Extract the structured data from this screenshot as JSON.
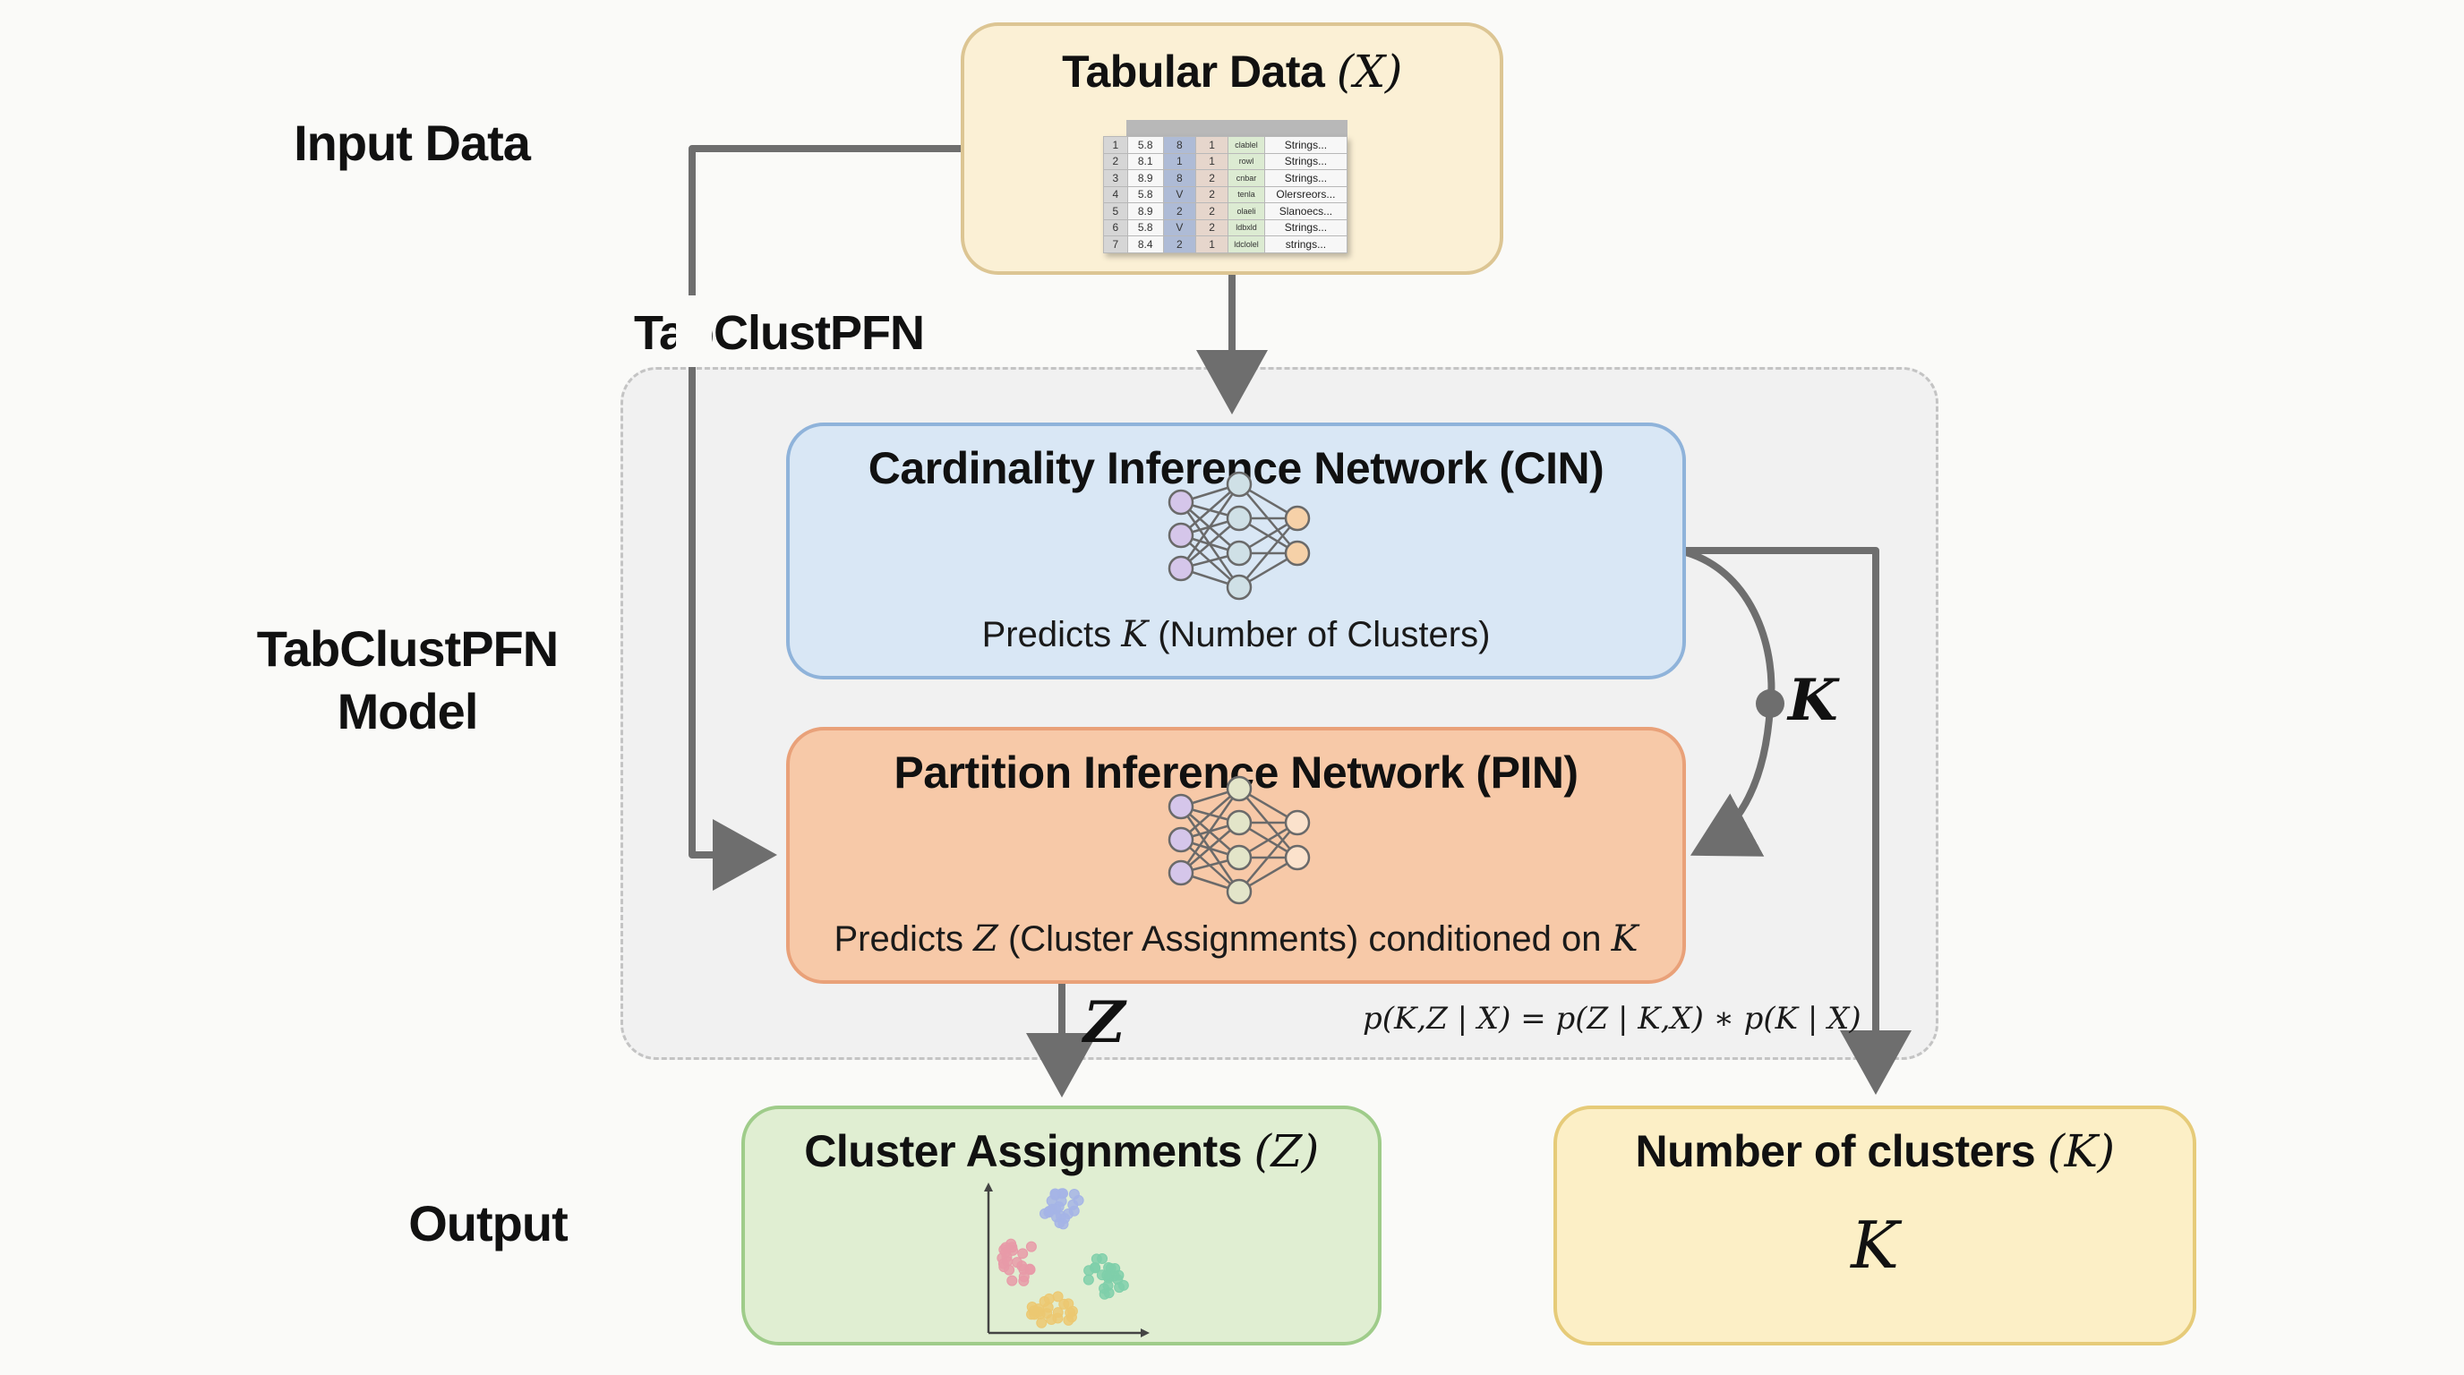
{
  "side_labels": {
    "input": "Input Data",
    "model_line1": "TabClustPFN",
    "model_line2": "Model",
    "output": "Output"
  },
  "flow_label": "TabClustPFN",
  "tabular": {
    "title": "Tabular Data ",
    "title_var": "(X)",
    "columns": [
      "",
      "",
      "",
      "",
      "",
      ""
    ],
    "rows": [
      [
        "1",
        "5.8",
        "8",
        "1",
        "clаblel",
        "Strings..."
      ],
      [
        "2",
        "8.1",
        "1",
        "1",
        "rowl",
        "Strings..."
      ],
      [
        "3",
        "8.9",
        "8",
        "2",
        "cnbar",
        "Strings..."
      ],
      [
        "4",
        "5.8",
        "V",
        "2",
        "tenla",
        "Olersreors..."
      ],
      [
        "5",
        "8.9",
        "2",
        "2",
        "olaeli",
        "Slanoecs..."
      ],
      [
        "6",
        "5.8",
        "V",
        "2",
        "ldbxld",
        "Strings..."
      ],
      [
        "7",
        "8.4",
        "2",
        "1",
        "ldclolel",
        "strings..."
      ]
    ]
  },
  "cin": {
    "title": "Cardinality Inference Network (CIN)",
    "sub_pre": "Predicts ",
    "sub_var": "K",
    "sub_post": " (Number of Clusters)",
    "icon": "neural-network-icon"
  },
  "pin": {
    "title": "Partition Inference Network (PIN)",
    "sub_pre": "Predicts ",
    "sub_var": "Z",
    "sub_mid": " (Cluster Assignments) conditioned on ",
    "sub_var2": "K",
    "icon": "neural-network-icon"
  },
  "edge_labels": {
    "k": "K",
    "z": "Z"
  },
  "formula": "p(K,Z | X) = p(Z | K,X) ∗ p(K | X)",
  "clusters_box": {
    "title": "Cluster Assignments ",
    "title_var": "(Z)",
    "icon": "scatter-plot-icon"
  },
  "num_box": {
    "title": "Number of clusters ",
    "title_var": "(K)",
    "value": "K"
  },
  "colors": {
    "tabular": "#fbf0d5",
    "cin": "#d9e7f5",
    "pin": "#f7c9a8",
    "clusters": "#e0eed2",
    "num": "#fcefc6",
    "arrow": "#6e6e6e",
    "cluster_pink": "#e79aa8",
    "cluster_blue": "#a5b4e6",
    "cluster_green": "#7fcfaa",
    "cluster_yellow": "#ecc871"
  }
}
